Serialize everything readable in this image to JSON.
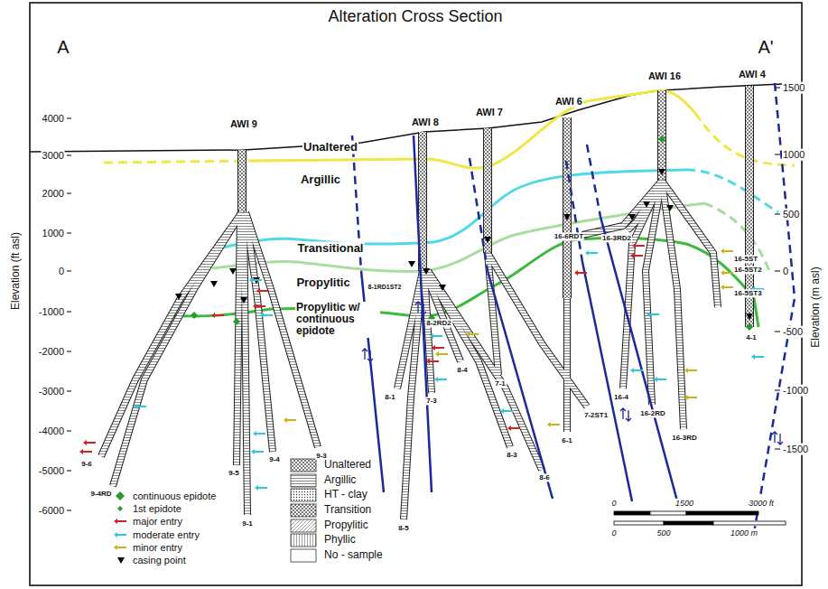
{
  "diagram": {
    "title": "Alteration Cross Section",
    "labels": [
      "A",
      "A'",
      "AWI 9",
      "AWI 8",
      "AWI 7",
      "AWI 6",
      "AWI 16",
      "AWI 4",
      "Unaltered",
      "Argillic",
      "Transitional",
      "Propylitic",
      "Propylitic w/ continuous epidote",
      "4000",
      "3000",
      "2000",
      "1000",
      "0",
      "-1000",
      "-2000",
      "-3000",
      "-4000",
      "-5000",
      "-6000",
      "Elevation (ft asl)",
      "1500",
      "1000",
      "500",
      "0",
      "-500",
      "-1000",
      "-1500",
      "Elevation (m asl)",
      "0",
      "1500",
      "3000 ft",
      "0",
      "500",
      "1000 m",
      "9-6",
      "9-4RD",
      "9-5",
      "9-1",
      "9-4",
      "9-3",
      "8-1RD1ST2",
      "8-2RD2",
      "8-1",
      "7-3",
      "8-4",
      "7-1",
      "8-3",
      "8-5",
      "8-6",
      "7-2ST1",
      "6-1",
      "16-6RDT",
      "16-3RD2",
      "16-5ST",
      "16-5ST2",
      "16-5ST3",
      "16-4",
      "16-2RD",
      "16-3RD",
      "4-1"
    ],
    "legend": [
      {
        "text": "continuous epidote"
      },
      {
        "text": "1st epidote"
      },
      {
        "text": "major entry"
      },
      {
        "text": "moderate entry"
      },
      {
        "text": "minor entry"
      },
      {
        "text": "casing point"
      },
      {
        "text": "Unaltered"
      },
      {
        "text": "Argillic"
      },
      {
        "text": "HT - clay"
      },
      {
        "text": "Transition"
      },
      {
        "text": "Propylitic"
      },
      {
        "text": "Phyllic"
      },
      {
        "text": "No - sample"
      }
    ]
  }
}
